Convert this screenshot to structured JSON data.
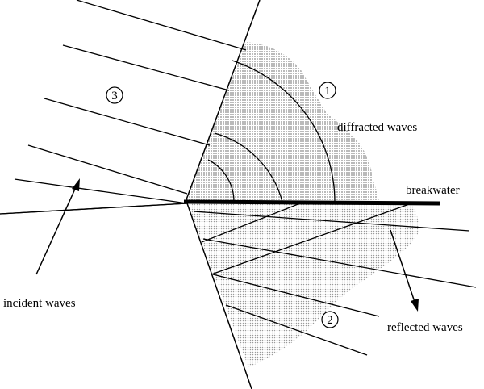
{
  "labels": {
    "diffracted": "diffracted waves",
    "breakwater": "breakwater",
    "incident": "incident waves",
    "reflected": "reflected waves"
  },
  "zones": [
    "1",
    "2",
    "3"
  ],
  "colors": {
    "ink": "#000000",
    "shade": "#9a9a9a"
  }
}
